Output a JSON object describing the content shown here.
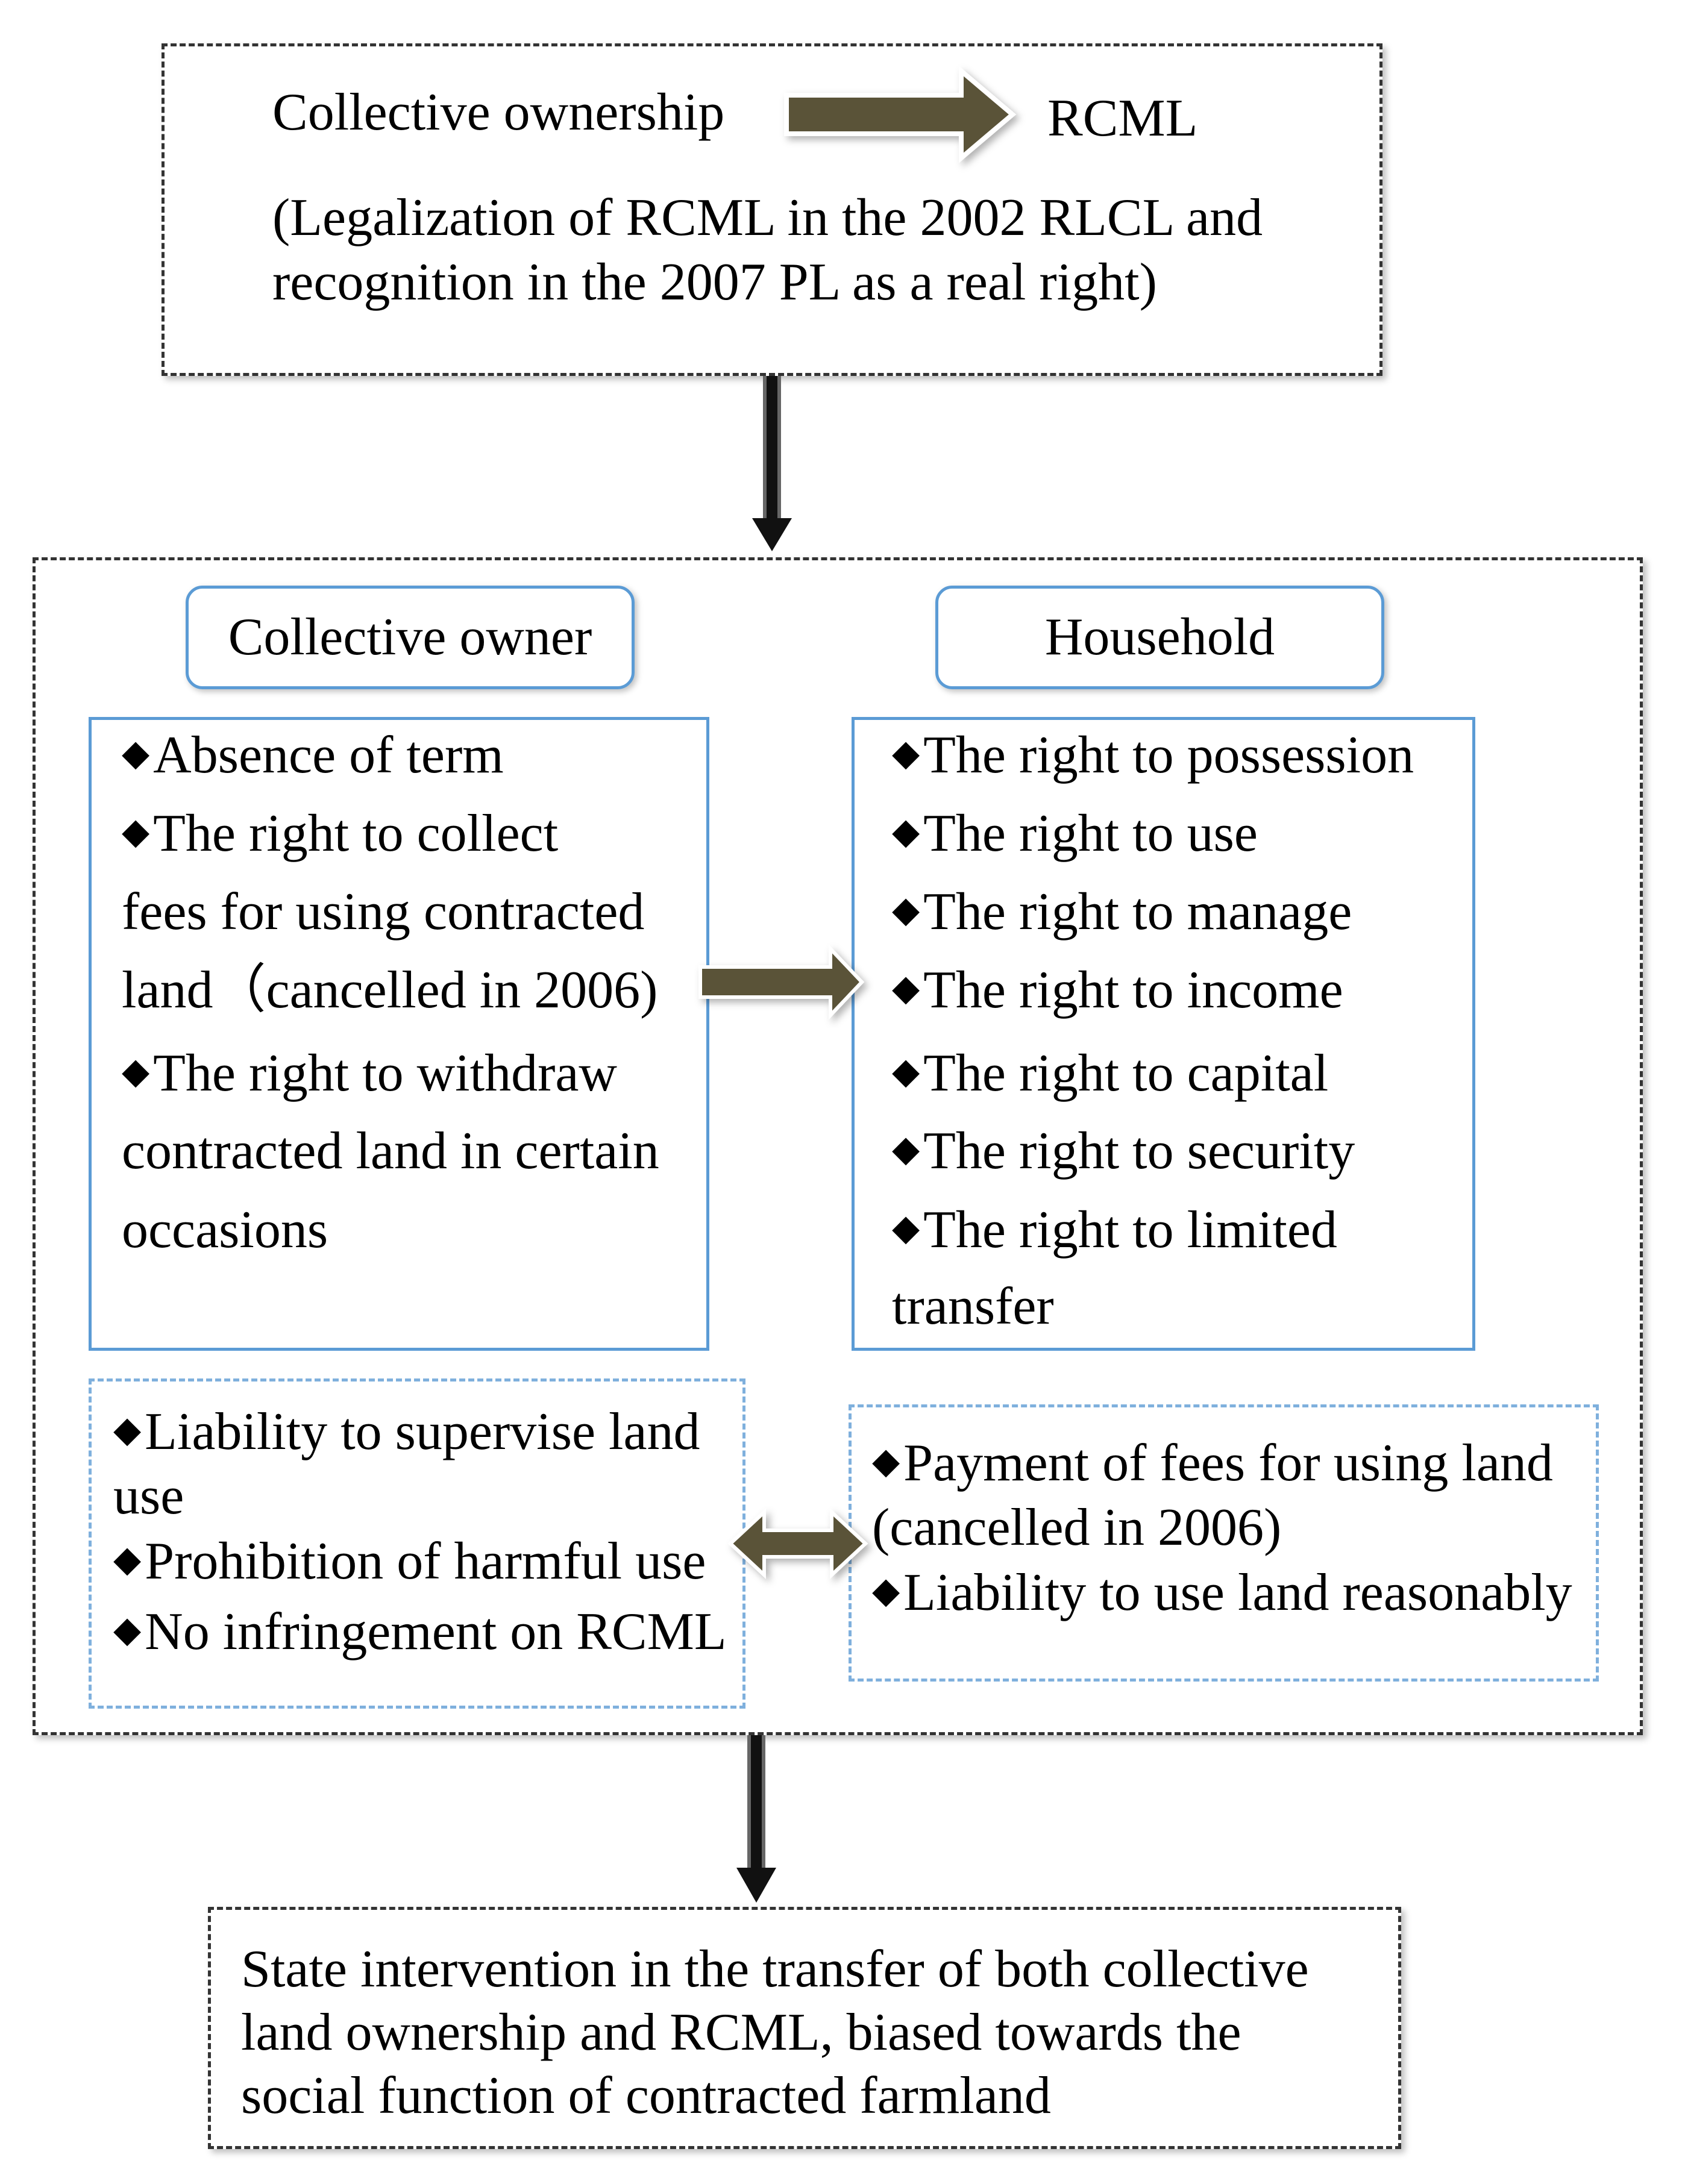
{
  "top": {
    "from_label": "Collective ownership",
    "to_label": "RCML",
    "note_line1": "(Legalization of RCML in the 2002 RLCL and",
    "note_line2": "recognition in the 2007 PL as a real right)"
  },
  "middle": {
    "collective_owner": {
      "title": "Collective owner",
      "rights": [
        "Absence of term",
        "The right to collect",
        "fees for using contracted",
        "land（cancelled in 2006)",
        "The right to withdraw",
        "contracted land in certain",
        "occasions"
      ],
      "duties": [
        "Liability to supervise land",
        "use",
        "Prohibition of harmful use",
        "No infringement on RCML"
      ]
    },
    "household": {
      "title": "Household",
      "rights": [
        "The right to possession",
        "The right to use",
        "The right to manage",
        "The right to income",
        "The right to capital",
        "The right to security",
        "The right to limited",
        "transfer"
      ],
      "duties": [
        "Payment of fees for using land",
        "(cancelled in 2006)",
        "Liability to use land reasonably"
      ]
    }
  },
  "bottom": {
    "line1": "State intervention in the transfer of both collective",
    "line2": "land ownership and RCML, biased towards the",
    "line3": "social function of contracted farmland"
  },
  "colors": {
    "arrow_fill": "#5a5238",
    "box_blue": "#5b9bd5",
    "dash_blue": "#7fb0dd",
    "dash_black": "#333333"
  },
  "bullet_glyph": "◆"
}
